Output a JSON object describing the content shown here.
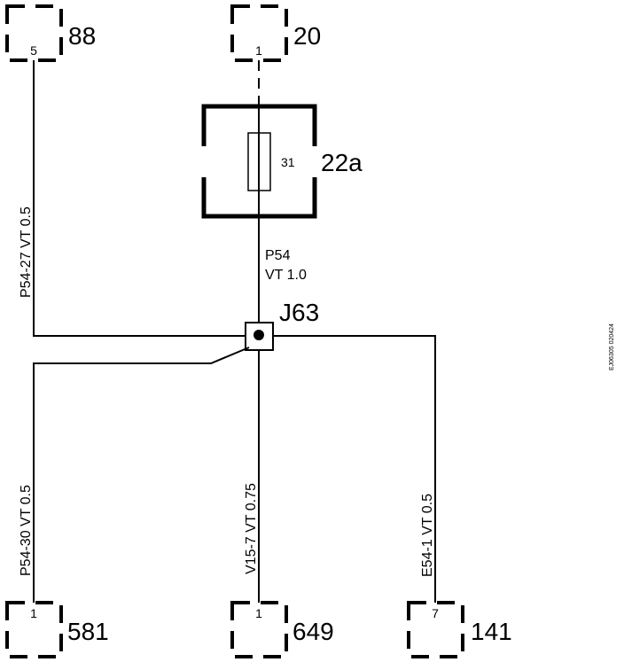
{
  "connectors": {
    "c88": {
      "id": "88",
      "pin": "5"
    },
    "c20": {
      "id": "20",
      "pin": "1"
    },
    "c581": {
      "id": "581",
      "pin": "1"
    },
    "c649": {
      "id": "649",
      "pin": "1"
    },
    "c141": {
      "id": "141",
      "pin": "7"
    }
  },
  "fuse": {
    "component": "22a",
    "number": "31"
  },
  "junction": {
    "id": "J63"
  },
  "wires": {
    "p54": {
      "circuit": "P54",
      "spec": "VT  1.0"
    },
    "p54_27": {
      "text": "P54-27   VT   0.5"
    },
    "p54_30": {
      "text": "P54-30   VT   0.5"
    },
    "v15_7": {
      "text": "V15-7   VT   0.75"
    },
    "e54_1": {
      "text": "E54-1   VT   0.5"
    }
  },
  "diagram_code": "EJ06305 020424"
}
